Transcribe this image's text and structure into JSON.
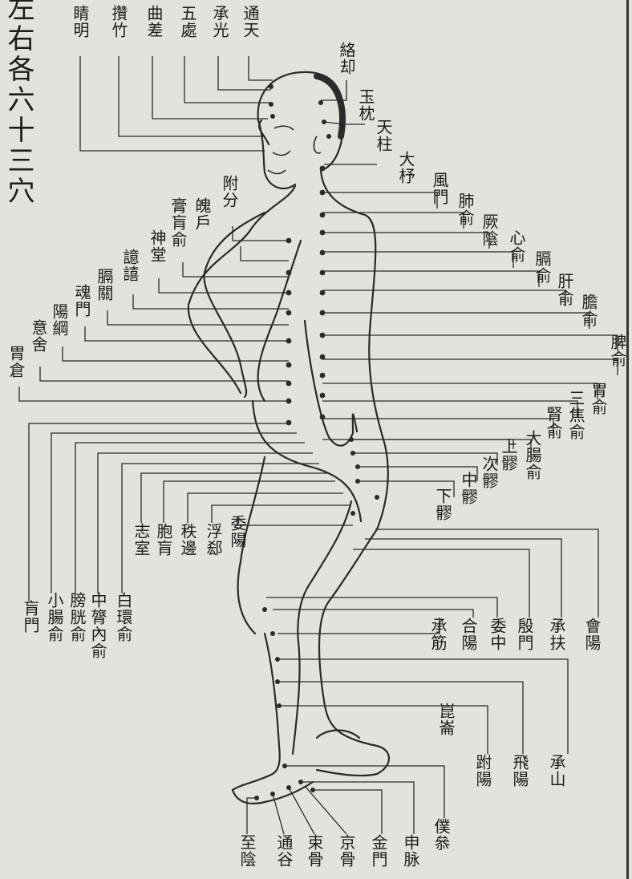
{
  "title": "左右各六十三穴",
  "points": [
    {
      "id": "jingming",
      "text": "睛明"
    },
    {
      "id": "cuanzhu",
      "text": "攢竹"
    },
    {
      "id": "qucha",
      "text": "曲差"
    },
    {
      "id": "wuchu",
      "text": "五處"
    },
    {
      "id": "chengguang",
      "text": "承光"
    },
    {
      "id": "tongtian",
      "text": "通天"
    },
    {
      "id": "luoque",
      "text": "絡却"
    },
    {
      "id": "yuzhen",
      "text": "玉枕"
    },
    {
      "id": "tianzhu",
      "text": "天柱"
    },
    {
      "id": "dazhu",
      "text": "大杼"
    },
    {
      "id": "fengmen",
      "text": "風門"
    },
    {
      "id": "feishu",
      "text": "肺俞"
    },
    {
      "id": "jueyinshu",
      "text": "厥陰"
    },
    {
      "id": "xinshu",
      "text": "心俞"
    },
    {
      "id": "geshu",
      "text": "膈俞"
    },
    {
      "id": "ganshu",
      "text": "肝俞"
    },
    {
      "id": "danshu",
      "text": "膽俞"
    },
    {
      "id": "pishu",
      "text": "脾俞"
    },
    {
      "id": "weishu",
      "text": "胃俞"
    },
    {
      "id": "sanjiaoshu",
      "text": "三焦俞"
    },
    {
      "id": "shenshu",
      "text": "腎俞"
    },
    {
      "id": "dachangshu",
      "text": "大腸俞"
    },
    {
      "id": "shangliao",
      "text": "上髎"
    },
    {
      "id": "ciliao",
      "text": "次髎"
    },
    {
      "id": "zhongliao",
      "text": "中髎"
    },
    {
      "id": "xialiao",
      "text": "下髎"
    },
    {
      "id": "fufen",
      "text": "附分"
    },
    {
      "id": "pohu",
      "text": "魄戶"
    },
    {
      "id": "gaohuang",
      "text": "膏肓俞"
    },
    {
      "id": "shentang",
      "text": "神堂"
    },
    {
      "id": "yixi",
      "text": "譩譆"
    },
    {
      "id": "geguan",
      "text": "膈關"
    },
    {
      "id": "hunmen",
      "text": "魂門"
    },
    {
      "id": "yanggang",
      "text": "陽綱"
    },
    {
      "id": "yishe",
      "text": "意舍"
    },
    {
      "id": "weicang",
      "text": "胃倉"
    },
    {
      "id": "huangmen",
      "text": "肓門"
    },
    {
      "id": "xiaochangshu",
      "text": "小腸俞"
    },
    {
      "id": "pangguangshu",
      "text": "膀胱俞"
    },
    {
      "id": "zhonglvshu",
      "text": "中膂內俞"
    },
    {
      "id": "baihuanshu",
      "text": "白環俞"
    },
    {
      "id": "zhishi",
      "text": "志室"
    },
    {
      "id": "baohuang",
      "text": "胞肓"
    },
    {
      "id": "zhibian",
      "text": "秩邊"
    },
    {
      "id": "fuxi",
      "text": "浮郄"
    },
    {
      "id": "weiyang",
      "text": "委陽"
    },
    {
      "id": "chengjin",
      "text": "承筋"
    },
    {
      "id": "heyang",
      "text": "合陽"
    },
    {
      "id": "weizhong",
      "text": "委中"
    },
    {
      "id": "yinmen",
      "text": "殷門"
    },
    {
      "id": "chengfu",
      "text": "承扶"
    },
    {
      "id": "huiyang",
      "text": "會陽"
    },
    {
      "id": "kunlun",
      "text": "崑崙"
    },
    {
      "id": "fuyang",
      "text": "跗陽"
    },
    {
      "id": "feiyang",
      "text": "飛陽"
    },
    {
      "id": "chengshan",
      "text": "承山"
    },
    {
      "id": "zhiyin",
      "text": "至陰"
    },
    {
      "id": "tonggu",
      "text": "通谷"
    },
    {
      "id": "shugu",
      "text": "束骨"
    },
    {
      "id": "jinggu",
      "text": "京骨"
    },
    {
      "id": "jinmen",
      "text": "金門"
    },
    {
      "id": "shenmai",
      "text": "申脉"
    },
    {
      "id": "pucan",
      "text": "僕叅"
    }
  ]
}
